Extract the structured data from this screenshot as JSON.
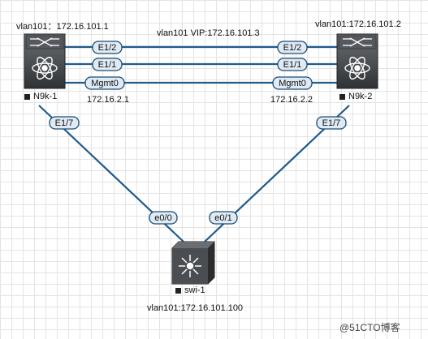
{
  "top": {
    "left_vlan": "vlan101：172.16.101.1",
    "center_vip": "vlan101 VIP:172.16.101.3",
    "right_vlan": "vlan101:172.16.101.2"
  },
  "devices": {
    "n9k1": {
      "name": "N9k-1",
      "mgmt_ip": "172.16.2.1"
    },
    "n9k2": {
      "name": "N9k-2",
      "mgmt_ip": "172.16.2.2"
    },
    "swi1": {
      "name": "swi-1",
      "vlan": "vlan101:172.16.101.100"
    }
  },
  "interfaces": {
    "n9k1_e12": "E1/2",
    "n9k1_e11": "E1/1",
    "n9k1_mgmt": "Mgmt0",
    "n9k2_e12": "E1/2",
    "n9k2_e11": "E1/1",
    "n9k2_mgmt": "Mgmt0",
    "n9k1_e17": "E1/7",
    "n9k2_e17": "E1/7",
    "swi_e00": "e0/0",
    "swi_e01": "e0/1"
  },
  "watermark": "@51CTO博客",
  "colors": {
    "link": "#1f5b8c",
    "device_dark": "#3a3d40",
    "device_mid": "#5a5e62"
  }
}
